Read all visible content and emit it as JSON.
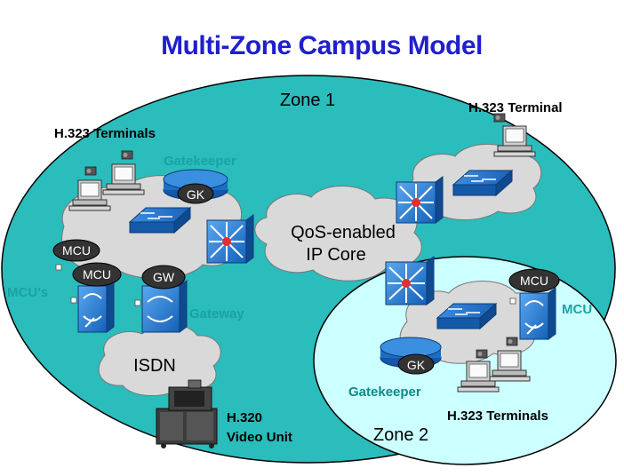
{
  "title": "Multi-Zone Campus Model",
  "zones": {
    "zone1": "Zone 1",
    "zone2": "Zone 2"
  },
  "core": {
    "line1": "QoS-enabled",
    "line2": "IP Core"
  },
  "isdn": "ISDN",
  "labels": {
    "h323_terminals_zone1": "H.323 Terminals",
    "h323_terminal_remote": "H.323 Terminal",
    "h323_terminals_zone2": "H.323 Terminals",
    "gatekeeper_zone1": "Gatekeeper",
    "gatekeeper_zone2": "Gatekeeper",
    "gateway": "Gateway",
    "mcus": "MCU’s",
    "mcu_zone2": "MCU",
    "h320_line1": "H.320",
    "h320_line2": "Video Unit"
  },
  "badges": {
    "gk_zone1": "GK",
    "gk_zone2": "GK",
    "mcu_top": "MCU",
    "mcu_front": "MCU",
    "gw": "GW",
    "mcu_zone2": "MCU"
  },
  "colors": {
    "title": "#1f1fcc",
    "zone1_fill": "#2bbcbc",
    "zone2_fill": "#ccffff",
    "cloud_fill": "#d9d9d9",
    "device_blue": "#1a6fc4",
    "label_teal": "#1aa3a3"
  }
}
